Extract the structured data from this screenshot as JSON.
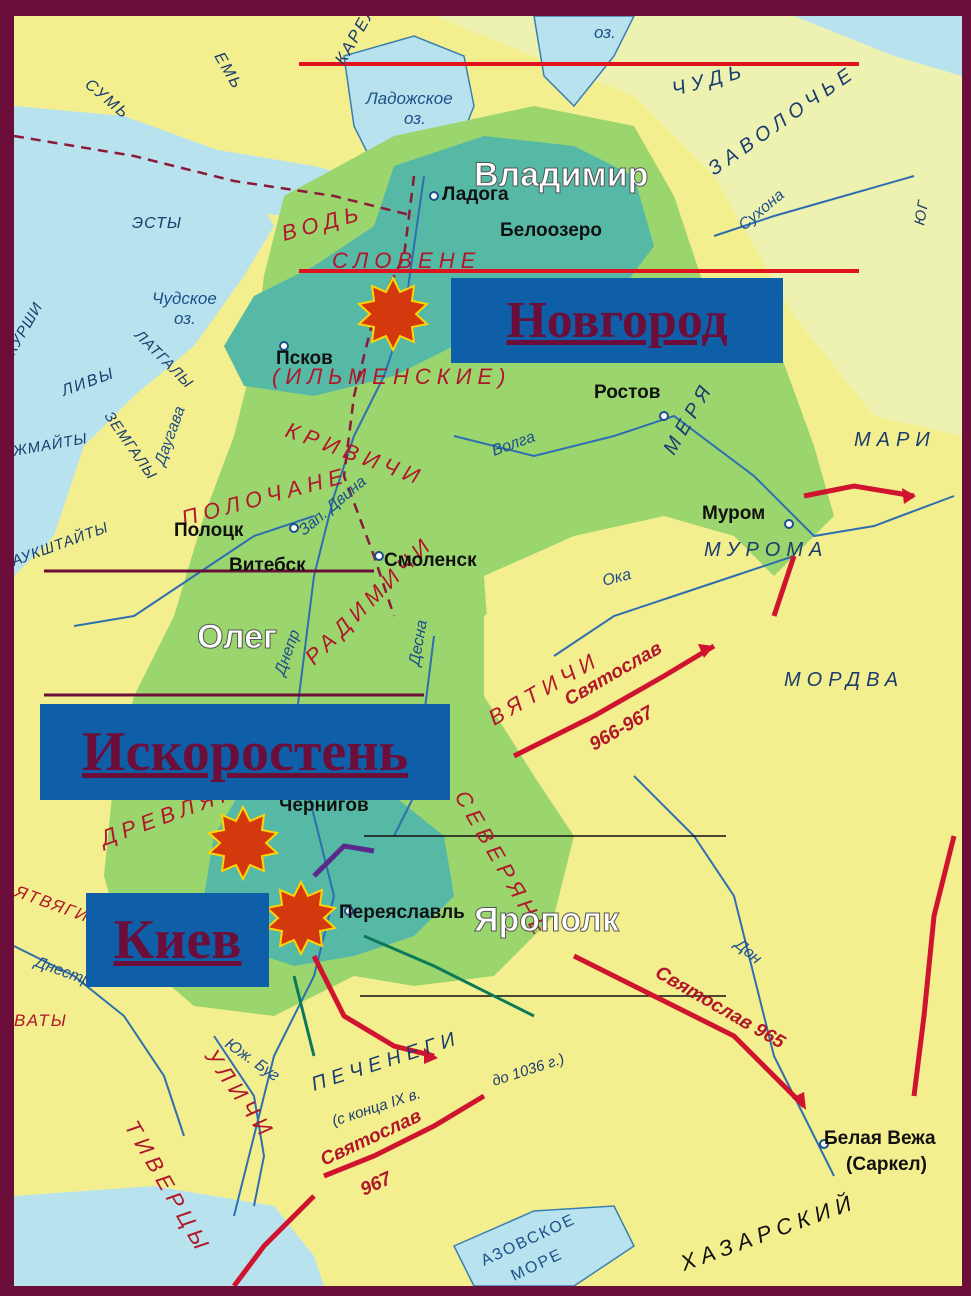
{
  "rulers": {
    "vladimir": "Владимир",
    "oleg": "Олег",
    "yaropolk": "Ярополк"
  },
  "boxes": {
    "novgorod": "Новгород",
    "iskorosten": "Искоростень",
    "kiev": "Киев"
  },
  "cities": {
    "ladoga": "Ладога",
    "beloozero": "Белоозеро",
    "pskov": "Псков",
    "rostov": "Ростов",
    "polotsk": "Полоцк",
    "vitebsk": "Витебск",
    "smolensk": "Смоленск",
    "murom": "Муром",
    "chernigov": "Чернигов",
    "pereyaslavl": "Переяславль",
    "belaya_vezha": "Белая Вежа",
    "sarkel": "(Саркел)"
  },
  "tribes": {
    "slovene": "СЛОВЕНЕ",
    "ilmenskie": "(ИЛЬМЕНСКИЕ)",
    "krivichi": "КРИВИЧИ",
    "polochane": "ПОЛОЧАНЕ",
    "radimichi": "РАДИМИЧИ",
    "vyatichi": "ВЯТИЧИ",
    "severyane": "СЕВЕРЯНЕ",
    "drevlyane": "ДРЕВЛЯНЕ",
    "ulichi": "УЛИЧИ",
    "tivertsy": "ТИВЕРЦЫ",
    "vod": "ВОДЬ",
    "pechenegi": "ПЕЧЕНЕГИ",
    "pechenegi_note": "(с конца IX в.",
    "pechenegi_note2": "до 1036 г.)",
    "merya": "МЕРЯ",
    "muroma": "МУРОМА",
    "mari": "МАРИ",
    "mordva": "МОРДВА",
    "khazar": "ХАЗАРСКИЙ",
    "chud": "ЧУДЬ",
    "zavolochye": "ЗАВОЛОЧЬЕ",
    "esty": "ЭСТЫ",
    "sum": "СУМЬ",
    "liv": "ЛИВЫ",
    "latgaly": "ЛАТГАЛЫ",
    "zemgaly": "ЗЕМГАЛЫ",
    "korshi": "КУРШИ",
    "zhmaity": "ЖМАЙТЫ",
    "aukshtaity": "АУКШТАЙТЫ",
    "khorvaty": "ВАТЫ",
    "yatvyagi": "ЯТВЯГИ",
    "emi": "ЕМЬ",
    "karely": "КАРЕЛА",
    "yug": "ЮГ"
  },
  "water": {
    "ladoga_lake": "Ладожское",
    "ladoga_oz": "оз.",
    "onega_oz": "оз.",
    "chudskoe": "Чудское",
    "chudskoe_oz": "оз.",
    "volga": "Волга",
    "oka": "Ока",
    "don": "Дон",
    "dnepr": "Днепр",
    "desna": "Десна",
    "dnestr": "Днестр",
    "yuzh_bug": "Юж. Буг",
    "zap_dvina": "Зап. Двина",
    "daugava": "Даугава",
    "sukhona": "Сухона",
    "azov": "АЗОВСКОЕ",
    "azov2": "МОРЕ"
  },
  "routes": {
    "svyatoslav_966": "Святослав",
    "svyatoslav_966_years": "966-967",
    "svyatoslav_965": "Святослав 965",
    "svyatoslav_967": "Святослав",
    "svyatoslav_967_years": "967"
  },
  "colors": {
    "frame": "#6b0f3a",
    "land": "#f3ef8f",
    "sea": "#b8e3ee",
    "rus_green": "#9bd56e",
    "rus_core": "#56b9a6",
    "box_blue": "#0f5fa8",
    "route_red": "#d0132f",
    "burst": "#d4380d"
  }
}
